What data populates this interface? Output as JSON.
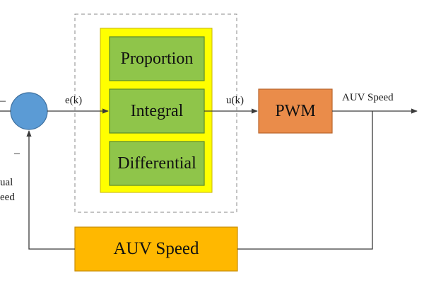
{
  "diagram": {
    "pid_blocks": [
      "Proportion",
      "Integral",
      "Differential"
    ],
    "pwm_label": "PWM",
    "feedback_label": "AUV Speed",
    "error_signal": "e(k)",
    "control_signal": "u(k)",
    "output_label": "AUV Speed",
    "sum_input_sign": "–",
    "sum_feedback_sign": "–",
    "actual_speed_partial": [
      "ual",
      "eed"
    ],
    "colors": {
      "pid_green": "#8fc54a",
      "pid_border": "#5b8a2a",
      "yellow_frame": "#ffff00",
      "pwm_orange": "#ea8c4a",
      "feedback_gold": "#ffb800",
      "sum_blue": "#5b9bd5",
      "line": "#3a3a3a"
    }
  }
}
